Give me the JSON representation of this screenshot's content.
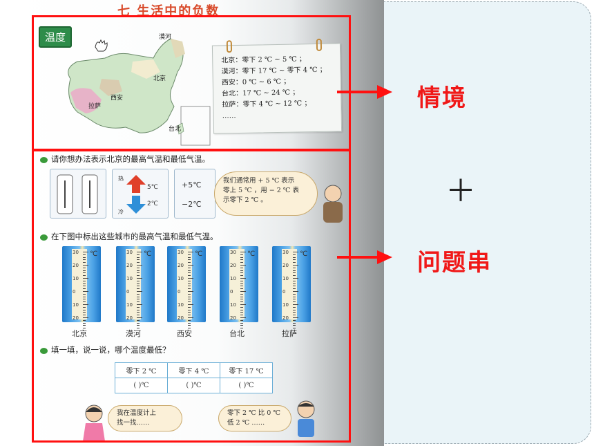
{
  "page_title": "七  生活中的负数",
  "badge": "温度",
  "map_labels": [
    "漠河",
    "北京",
    "西安",
    "拉萨",
    "台北"
  ],
  "note_lines": [
    "北京：零下 2 ℃ ~ 5 ℃ ；",
    "漠河：零下 17 ℃ ~ 零下 4 ℃ ；",
    "西安：0 ℃ ~ 6 ℃ ；",
    "台北：17 ℃ ~ 24 ℃ ；",
    "拉萨：零下 4 ℃ ~ 12 ℃ ；",
    "……"
  ],
  "question1": "请你想办法表示北京的最高气温和最低气温。",
  "card_labels": {
    "hot": "热",
    "cold": "冷",
    "warm_val": "5℃",
    "cold_val": "2℃",
    "plus": "+5℃",
    "minus": "−2℃"
  },
  "bubble1": [
    "我们通常用 + 5 ℃ 表示",
    "零上 5 ℃ ，用 − 2 ℃ 表",
    "示零下 2 ℃ 。"
  ],
  "question2": "在下图中标出这些城市的最高气温和最低气温。",
  "thermo_ticks": [
    "30",
    "20",
    "10",
    "0",
    "10",
    "20"
  ],
  "thermo_unit": "℃",
  "cities": [
    "北京",
    "漠河",
    "西安",
    "台北",
    "拉萨"
  ],
  "question3": "填一填，说一说，哪个温度最低？",
  "table": {
    "row1": [
      "零下 2 ℃",
      "零下 4 ℃",
      "零下 17 ℃"
    ],
    "row2": [
      "(    )℃",
      "(    )℃",
      "(    )℃"
    ]
  },
  "bubble2": [
    "我在温度计上",
    "找一找……"
  ],
  "bubble3": [
    "零下 2 ℃ 比 0 ℃",
    "低 2 ℃ ……"
  ],
  "right_labels": {
    "top": "情境",
    "plus": "＋",
    "bottom": "问题串"
  },
  "colors": {
    "accent_red": "#ff1010",
    "panel_bg": "#eaf4f8",
    "badge_green": "#2e8c4a"
  }
}
